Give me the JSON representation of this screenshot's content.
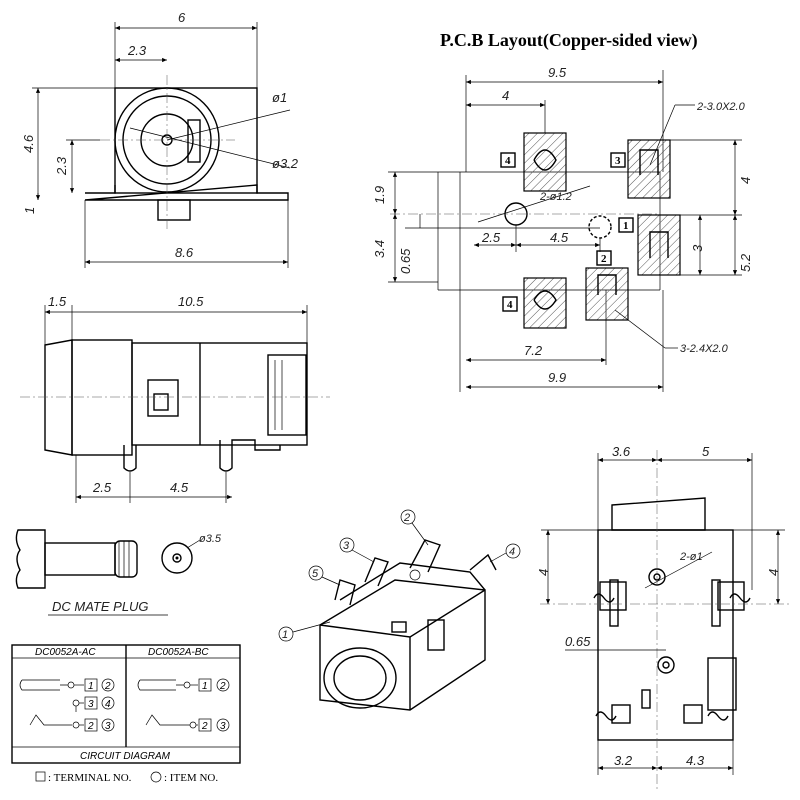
{
  "title": "P.C.B Layout(Copper-sided view)",
  "front_view": {
    "dims": [
      "6",
      "2.3",
      "4.6",
      "2.3",
      "1",
      "8.6"
    ],
    "diameters": [
      "ø1",
      "ø3.2"
    ]
  },
  "side_view": {
    "dims": [
      "1.5",
      "10.5",
      "2.5",
      "4.5"
    ]
  },
  "pcb": {
    "dims": [
      "9.5",
      "4",
      "1.9",
      "3.4",
      "0.65",
      "2.5",
      "4.5",
      "7.2",
      "9.9",
      "4",
      "3",
      "5.2"
    ],
    "notes": [
      "2-3.0X2.0",
      "2-ø1.2",
      "3-2.4X2.0"
    ],
    "terminals": [
      "4",
      "3",
      "1",
      "2",
      "4"
    ]
  },
  "plug": {
    "label": "DC MATE PLUG",
    "diameter": "ø3.5"
  },
  "iso_items": [
    "1",
    "2",
    "3",
    "4",
    "5"
  ],
  "bottom_view": {
    "dims": [
      "3.6",
      "5",
      "4",
      "4",
      "2-ø1",
      "0.65",
      "3.2",
      "4.3"
    ]
  },
  "circuit": {
    "models": [
      "DC0052A-AC",
      "DC0052A-BC"
    ],
    "caption": "CIRCUIT DIAGRAM",
    "legend_terminal": ": TERMINAL NO.",
    "legend_item": ": ITEM NO.",
    "ac_terminals": [
      "1",
      "3",
      "2"
    ],
    "ac_items": [
      "2",
      "4",
      "3"
    ],
    "bc_terminals": [
      "1",
      "2"
    ],
    "bc_items": [
      "2",
      "3"
    ]
  }
}
